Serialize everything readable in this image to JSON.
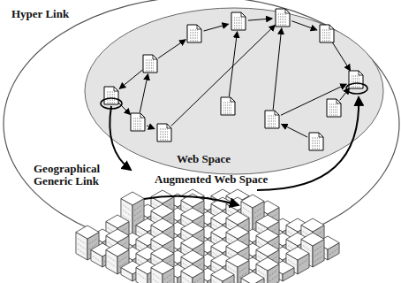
{
  "diagram": {
    "nodes": [
      {
        "text": [
          "Augmented Web Space"
        ]
      },
      {
        "text": [
          "Web Space"
        ],
        "in": 0
      }
    ],
    "labels": [
      "Hyper Link",
      "Geographical Generic Link"
    ]
  }
}
